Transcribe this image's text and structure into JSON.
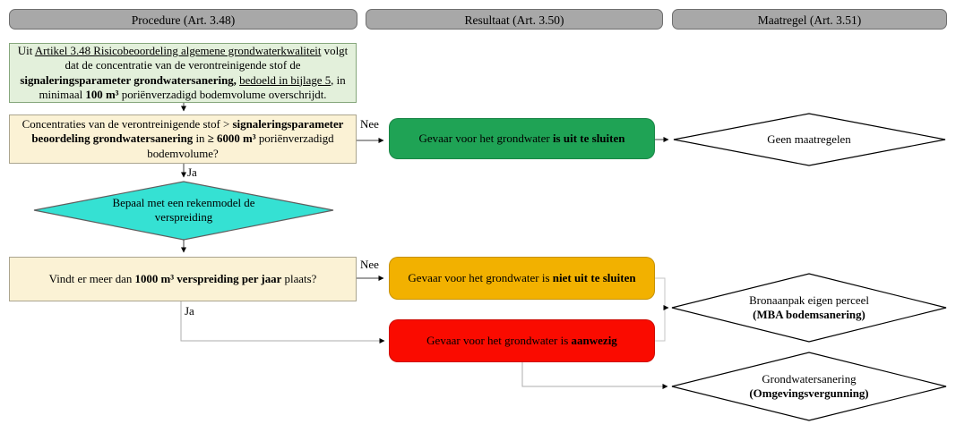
{
  "headers": [
    {
      "label": "Procedure (Art. 3.48)"
    },
    {
      "label": "Resultaat (Art. 3.50)"
    },
    {
      "label": "Maatregel (Art. 3.51)"
    }
  ],
  "labels": {
    "nee": "Nee",
    "ja": "Ja"
  },
  "procedure": {
    "intro_runs": [
      {
        "t": "Uit "
      },
      {
        "t": "Artikel 3.48 Risicobeoordeling algemene grondwaterkwaliteit",
        "u": 1
      },
      {
        "t": " volgt dat de concentratie van de verontreinigende stof de "
      },
      {
        "t": "signaleringsparameter grondwatersanering,",
        "b": 1
      },
      {
        "t": " "
      },
      {
        "t": "bedoeld in bijlage 5,",
        "u": 1
      },
      {
        "t": " in minimaal "
      },
      {
        "t": "100 m³",
        "b": 1
      },
      {
        "t": " poriënverzadigd bodemvolume overschrijdt."
      }
    ],
    "q1_runs": [
      {
        "t": "Concentraties van de verontreinigende stof > "
      },
      {
        "t": "signaleringsparameter beoordeling grondwatersanering",
        "b": 1
      },
      {
        "t": " in "
      },
      {
        "t": "≥ 6000 m³",
        "b": 1
      },
      {
        "t": " poriënverzadigd bodemvolume?"
      }
    ],
    "model_text": "Bepaal met een rekenmodel de verspreiding",
    "q2_runs": [
      {
        "t": "Vindt er meer dan "
      },
      {
        "t": "1000 m³ verspreiding per jaar",
        "b": 1
      },
      {
        "t": " plaats?"
      }
    ]
  },
  "resultaat": {
    "green_runs": [
      {
        "t": "Gevaar voor het grondwater "
      },
      {
        "t": "is uit te sluiten",
        "b": 1
      }
    ],
    "orange_runs": [
      {
        "t": "Gevaar voor het grondwater is "
      },
      {
        "t": "niet uit te sluiten",
        "b": 1
      }
    ],
    "red_runs": [
      {
        "t": "Gevaar voor het grondwater is "
      },
      {
        "t": "aanwezig",
        "b": 1
      }
    ]
  },
  "maatregel": {
    "no_measures": "Geen maatregelen",
    "bronaanpak_line1": "Bronaanpak eigen perceel",
    "bronaanpak_line2": "(MBA bodemsanering)",
    "sanering_line1": "Grondwatersanering",
    "sanering_line2": "(Omgevingsvergunning)"
  },
  "colors": {
    "header_bg": "#a8a8a8",
    "intro_bg": "#e3f0db",
    "question_bg": "#fbf2d5",
    "model_diamond": "#35e1d3",
    "green": "#1fa355",
    "orange": "#f2b100",
    "red": "#fa0b00"
  }
}
